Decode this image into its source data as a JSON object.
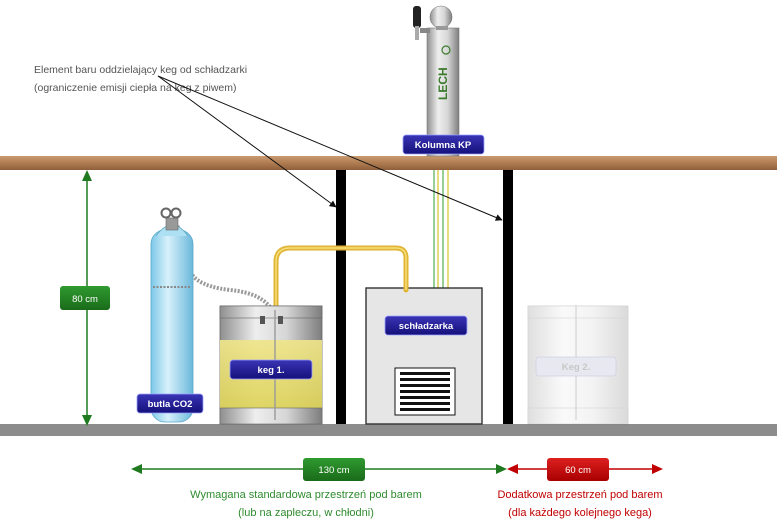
{
  "annotation": {
    "line1": "Element baru oddzielający keg od schładzarki",
    "line2": "(ograniczenie emisji ciepła na keg z piwem)"
  },
  "labels": {
    "column": "Kolumna KP",
    "cooler": "schładzarka",
    "keg1": "keg 1.",
    "keg2": "Keg 2.",
    "co2": "butla CO2",
    "brand": "LECH"
  },
  "dimensions": {
    "height": "80 cm",
    "standard_width": "130 cm",
    "extra_width": "60 cm"
  },
  "captions": {
    "standard_line1": "Wymagana standardowa przestrzeń pod barem",
    "standard_line2": "(lub na zapleczu, w chłodni)",
    "extra_line1": "Dodatkowa przestrzeń pod barem",
    "extra_line2": "(dla każdego kolejnego kega)"
  },
  "colors": {
    "bar_top": "#b5835a",
    "floor": "#8c8c8c",
    "tag_blue": "#1e1a8c",
    "dim_green": "#1f7a1f",
    "dim_red": "#c00000",
    "beer": "#e6dc6a"
  }
}
